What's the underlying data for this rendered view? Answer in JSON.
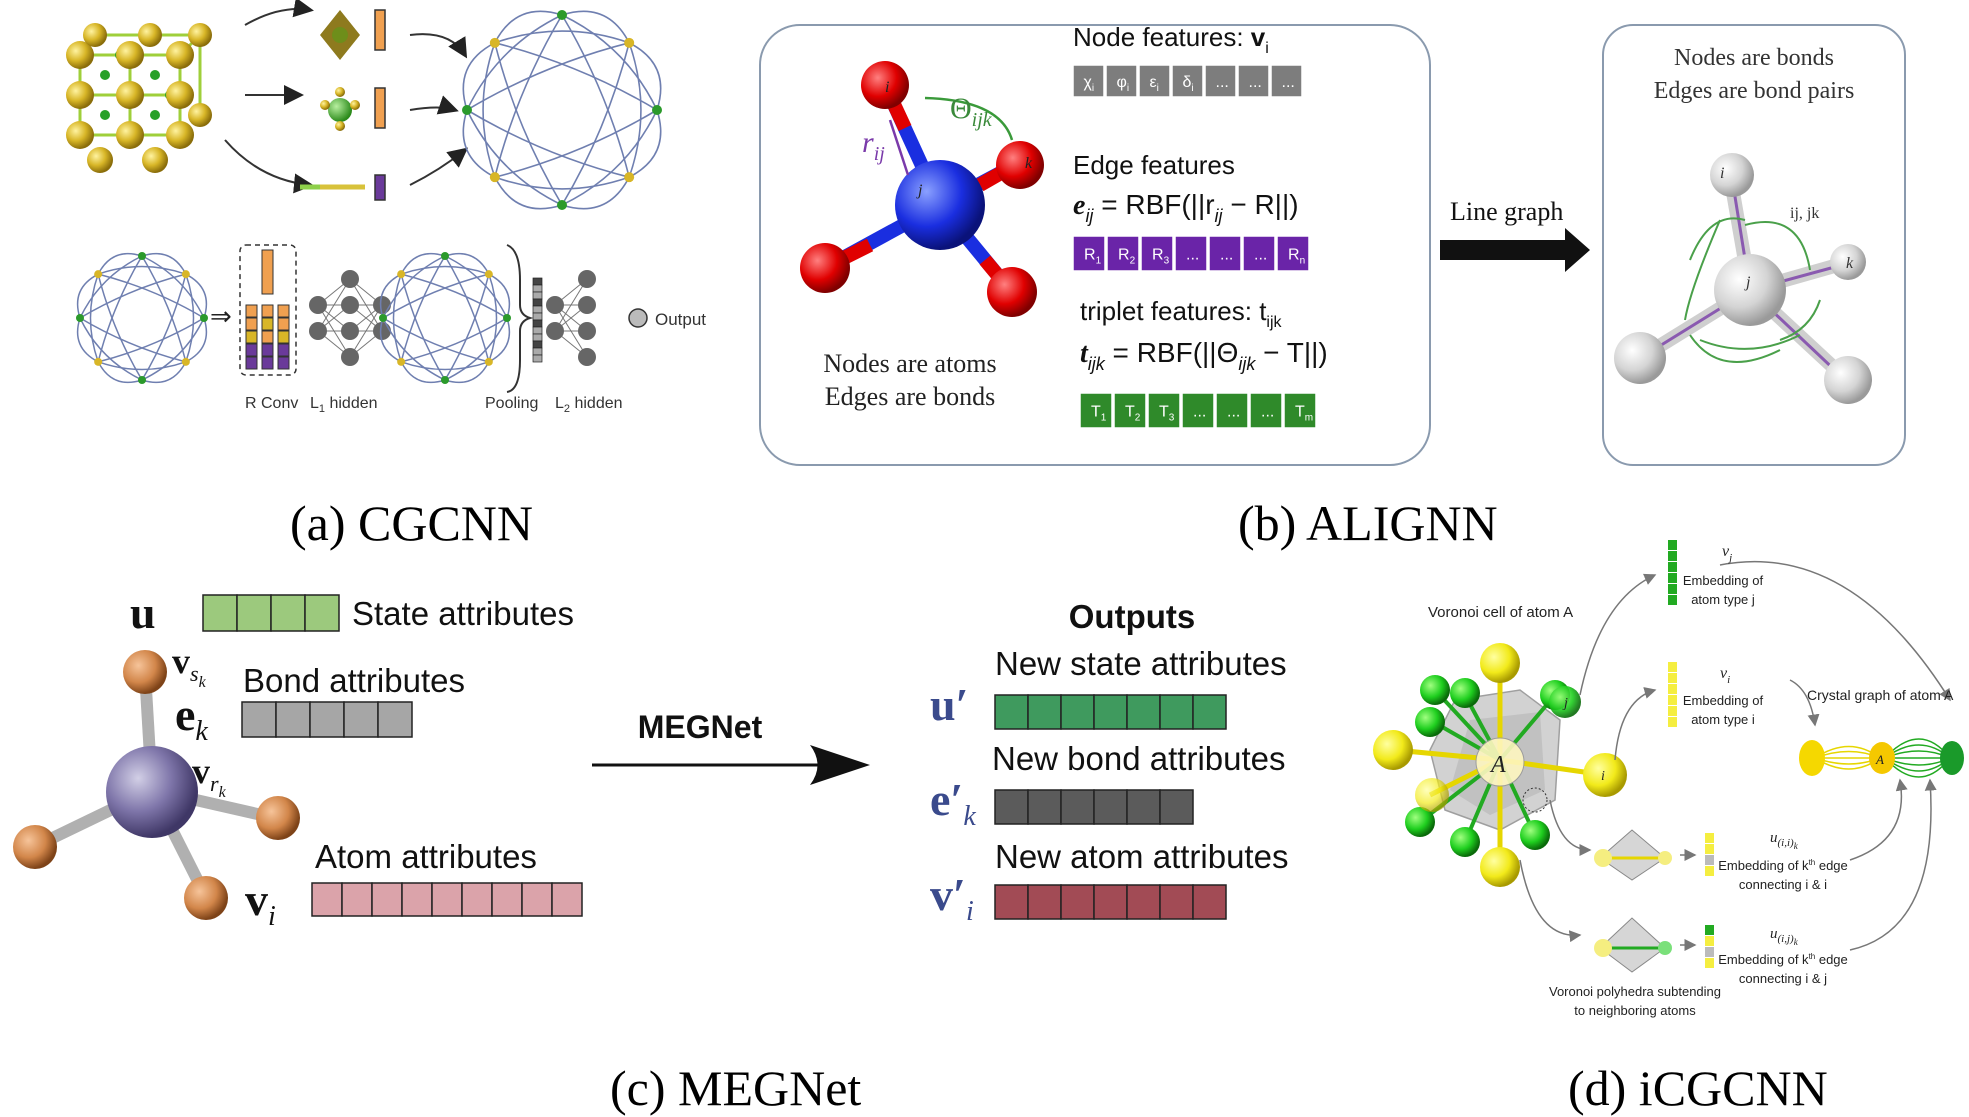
{
  "captions": {
    "a": "(a) CGCNN",
    "b": "(b) ALIGNN",
    "c": "(c) MEGNet",
    "d": "(d) iCGCNN"
  },
  "cgcnn": {
    "r_conv": "R Conv",
    "l1_hidden": "L",
    "l1_sub": "1",
    "l1_suffix": " hidden",
    "pooling": "Pooling",
    "l2_hidden": "L",
    "l2_sub": "2",
    "l2_suffix": " hidden",
    "output": "Output",
    "implies": "⇒"
  },
  "alignn": {
    "node_features_label": "Node features: ",
    "node_features_var": "v",
    "node_features_sub": "i",
    "node_cells": [
      "χ",
      "φ",
      "ε",
      "δ",
      "...",
      "...",
      "..."
    ],
    "node_cell_sub": "i",
    "edge_features_label": "Edge features",
    "edge_formula": "e",
    "edge_formula_sub": "ij",
    "edge_formula_rest": " = RBF(||r",
    "edge_formula_rest_sub": "ij",
    "edge_formula_tail": " − R||)",
    "edge_cells": [
      "R",
      "R",
      "R",
      "...",
      "...",
      "...",
      "R"
    ],
    "edge_cell_subs": [
      "1",
      "2",
      "3",
      "",
      "",
      "",
      "n"
    ],
    "triplet_label": "triplet features: t",
    "triplet_label_sub": "ijk",
    "triplet_formula": "t",
    "triplet_formula_sub": "ijk",
    "triplet_formula_rest": " = RBF(||Θ",
    "triplet_formula_rest_sub": "ijk",
    "triplet_formula_tail": " − T||)",
    "triplet_cells": [
      "T",
      "T",
      "T",
      "...",
      "...",
      "...",
      "T"
    ],
    "triplet_cell_subs": [
      "1",
      "2",
      "3",
      "",
      "",
      "",
      "m"
    ],
    "atoms_line1": "Nodes are atoms",
    "atoms_line2": "Edges are bonds",
    "theta_label": "Θ",
    "theta_sub": "ijk",
    "r_label": "r",
    "r_sub": "ij",
    "atom_i": "i",
    "atom_j": "j",
    "atom_k": "k",
    "line_graph": "Line graph",
    "bonds_line1": "Nodes are bonds",
    "bonds_line2": "Edges are bond pairs",
    "lg_i": "i",
    "lg_j": "j",
    "lg_k": "k",
    "lg_pair": "ij, jk"
  },
  "megnet": {
    "u_symbol": "u",
    "state_attributes": "State attributes",
    "vsk_symbol": "v",
    "vsk_sub": "s",
    "vsk_subsub": "k",
    "bond_attributes": "Bond attributes",
    "ek_symbol": "e",
    "ek_sub": "k",
    "vrk_symbol": "v",
    "vrk_sub": "r",
    "vrk_subsub": "k",
    "atom_attributes": "Atom attributes",
    "vi_symbol": "v",
    "vi_sub": "i",
    "arrow_label": "MEGNet",
    "outputs": "Outputs",
    "new_state": "New state attributes",
    "new_bond": "New bond attributes",
    "new_atom": "New atom attributes",
    "u_prime": "u′",
    "e_prime": "e′",
    "e_prime_sub": "k",
    "v_prime": "v′",
    "v_prime_sub": "i",
    "colors": {
      "state": "#9cc97d",
      "bond": "#a6a6a6",
      "atom": "#dba3aa",
      "new_state": "#3f9a5e",
      "new_bond": "#5b5b5b",
      "new_atom": "#a24b55",
      "symbol": "#3a4a8c"
    }
  },
  "icgcnn": {
    "voronoi_cell": "Voronoi cell of atom A",
    "atom_A": "A",
    "atom_j": "j",
    "atom_i": "i",
    "vj": "v",
    "vj_sub": "j",
    "emb_j_line1": "Embedding of",
    "emb_j_line2": "atom type j",
    "vi": "v",
    "vi_sub": "i",
    "emb_i_line1": "Embedding of",
    "emb_i_line2": "atom type i",
    "crystal_graph": "Crystal graph of atom A",
    "u_ii": "u",
    "u_ii_sub": "(i,i)",
    "u_ii_subsub": "k",
    "emb_kii_line1": "Embedding of k",
    "emb_kii_sup": "th",
    "emb_kii_line1b": " edge",
    "emb_kii_line2": "connecting i & i",
    "u_ij": "u",
    "u_ij_sub": "(i,j)",
    "u_ij_subsub": "k",
    "emb_kij_line1": "Embedding of k",
    "emb_kij_sup": "th",
    "emb_kij_line1b": " edge",
    "emb_kij_line2": "connecting i & j",
    "voronoi_polyhedra_line1": "Voronoi polyhedra subtending",
    "voronoi_polyhedra_line2": "to neighboring atoms",
    "graph_A": "A"
  }
}
